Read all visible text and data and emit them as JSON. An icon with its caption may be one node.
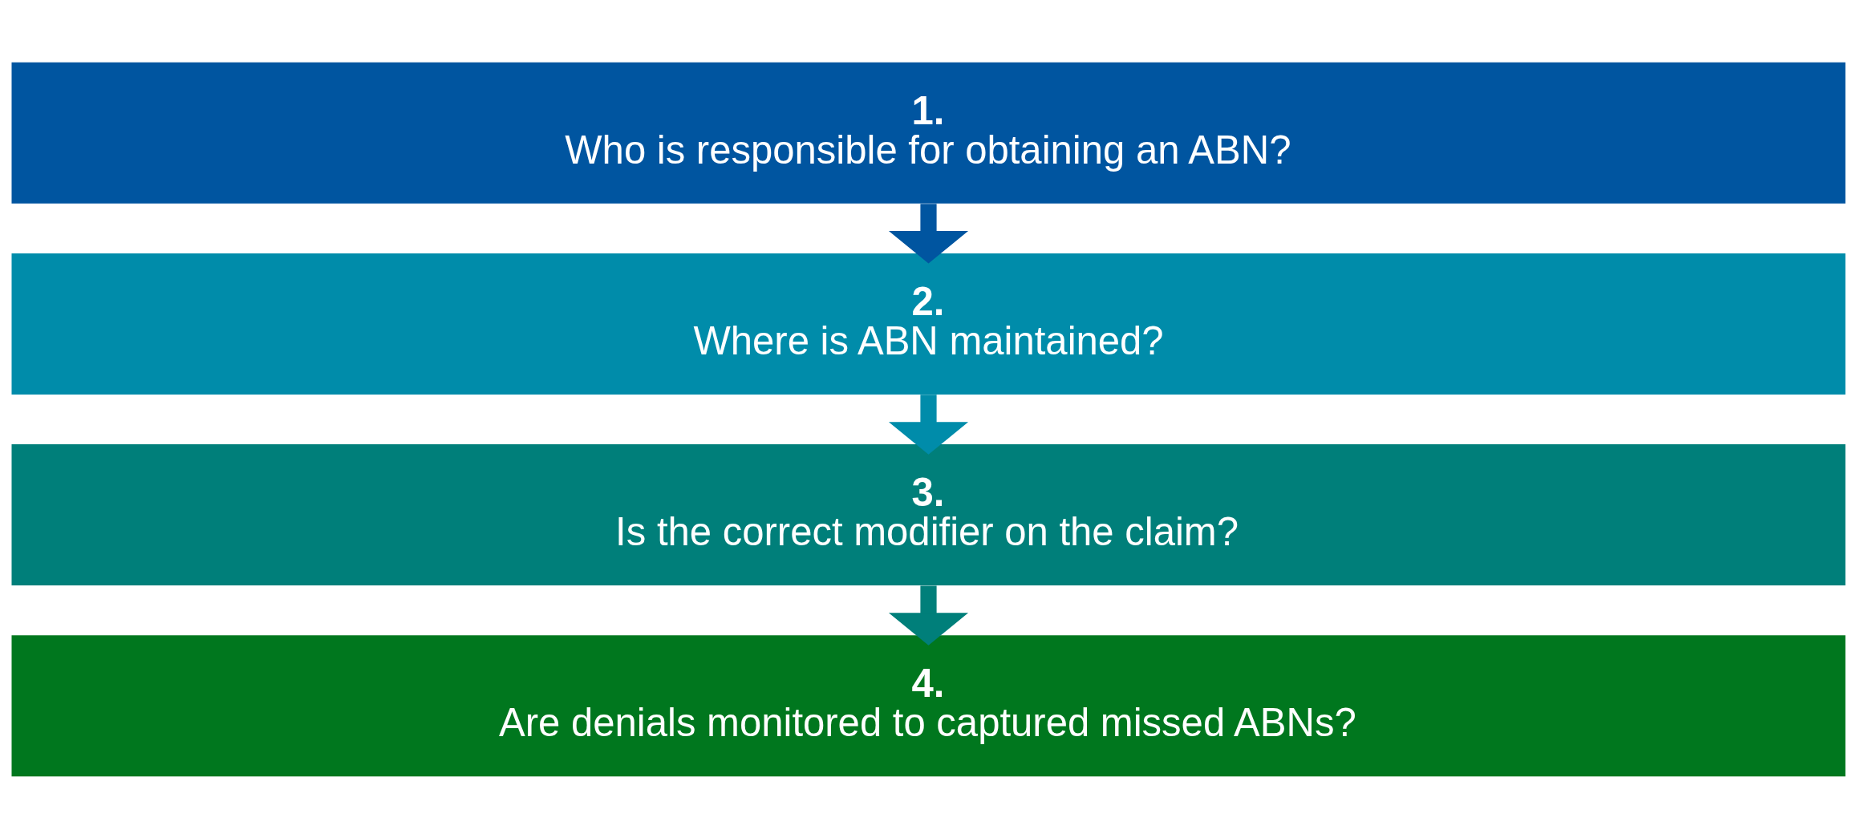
{
  "diagram": {
    "nodes": [
      {
        "text": [
          "1.",
          "Who is responsible for obtaining an ABN?"
        ]
      },
      {
        "text": [
          "2.",
          "Where is ABN maintained?"
        ]
      },
      {
        "text": [
          "3.",
          "Is the correct modifier on the claim?"
        ]
      },
      {
        "text": [
          "4.",
          "Are denials monitored to captured missed ABNs?"
        ]
      }
    ],
    "edges": [
      {
        "from": 0,
        "to": 1,
        "arrow": "to",
        "color": "#0055a0"
      },
      {
        "from": 1,
        "to": 2,
        "arrow": "to",
        "color": "#008caa"
      },
      {
        "from": 2,
        "to": 3,
        "arrow": "to",
        "color": "#007f7a"
      }
    ]
  }
}
